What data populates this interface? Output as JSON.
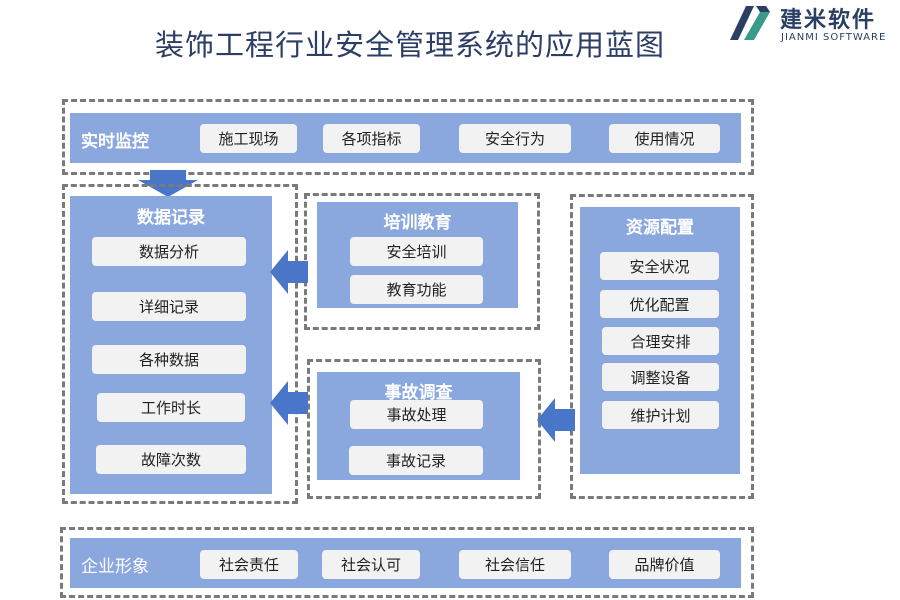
{
  "header": {
    "title": "装饰工程行业安全管理系统的应用蓝图"
  },
  "logo": {
    "name": "建米软件",
    "sub": "JIANMI SOFTWARE"
  },
  "realtime": {
    "label": "实时监控",
    "items": [
      "施工现场",
      "各项指标",
      "安全行为",
      "使用情况"
    ]
  },
  "data_record": {
    "title": "数据记录",
    "items": [
      "数据分析",
      "详细记录",
      "各种数据",
      "工作时长",
      "故障次数"
    ]
  },
  "training": {
    "title": "培训教育",
    "items": [
      "安全培训",
      "教育功能"
    ]
  },
  "accident": {
    "title": "事故调查",
    "items": [
      "事故处理",
      "事故记录"
    ]
  },
  "resource": {
    "title": "资源配置",
    "items": [
      "安全状况",
      "优化配置",
      "合理安排",
      "调整设备",
      "维护计划"
    ]
  },
  "image": {
    "label": "企业形象",
    "items": [
      "社会责任",
      "社会认可",
      "社会信任",
      "品牌价值"
    ]
  },
  "colors": {
    "panel": "#8aa7de",
    "arrow": "#4a76c9",
    "chip": "#f2f2f2",
    "title": "#2c3e66"
  }
}
